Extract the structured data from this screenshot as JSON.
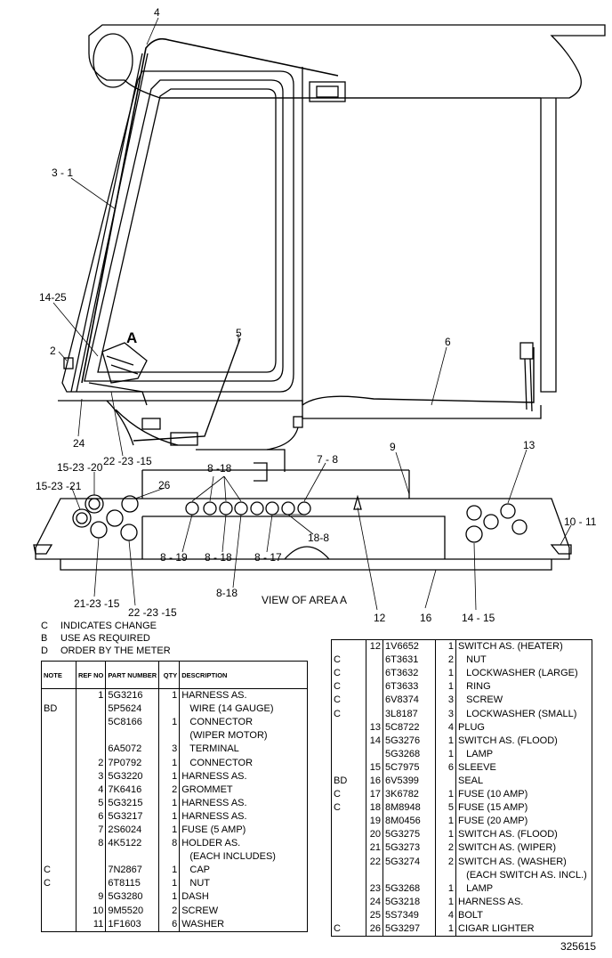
{
  "callouts": {
    "c4": "4",
    "c3_1": "3 - 1",
    "c14_25": "14-25",
    "cA": "A",
    "c2": "2",
    "c5": "5",
    "c6": "6",
    "c24": "24",
    "c22_23_15_top": "22 -23 -15",
    "c15_23_20": "15-23 -20",
    "c15_23_21": "15-23 -21",
    "c26": "26",
    "c8_18_top": "8 -18",
    "c7_8": "7 - 8",
    "c9": "9",
    "c13": "13",
    "c10_11": "10 - 11",
    "c8_19": "8 - 19",
    "c8_18_mid": "8 - 18",
    "c8_17": "8 - 17",
    "c18_8": "18-8",
    "c8_18_low": "8-18",
    "c21_23_15": "21-23 -15",
    "c22_23_15_bottom": "22 -23 -15",
    "c12": "12",
    "c16": "16",
    "c14_15": "14 - 15",
    "view_label": "VIEW OF AREA A"
  },
  "notes": [
    {
      "key": "C",
      "text": "INDICATES CHANGE"
    },
    {
      "key": "B",
      "text": "USE AS REQUIRED"
    },
    {
      "key": "D",
      "text": "ORDER BY THE METER"
    }
  ],
  "table_headers": {
    "note": "NOTE",
    "ref": "REF NO",
    "part": "PART NUMBER",
    "qty": "QTY",
    "desc": "DESCRIPTION"
  },
  "left_rows": [
    {
      "note": "",
      "ref": "1",
      "part": "5G3216",
      "qty": "1",
      "desc": "HARNESS AS."
    },
    {
      "note": "BD",
      "ref": "",
      "part": "5P5624",
      "qty": "",
      "desc": "   WIRE (14 GAUGE)"
    },
    {
      "note": "",
      "ref": "",
      "part": "5C8166",
      "qty": "1",
      "desc": "   CONNECTOR"
    },
    {
      "note": "",
      "ref": "",
      "part": "",
      "qty": "",
      "desc": "   (WIPER MOTOR)"
    },
    {
      "note": "",
      "ref": "",
      "part": "6A5072",
      "qty": "3",
      "desc": "   TERMINAL"
    },
    {
      "note": "",
      "ref": "2",
      "part": "7P0792",
      "qty": "1",
      "desc": "   CONNECTOR"
    },
    {
      "note": "",
      "ref": "3",
      "part": "5G3220",
      "qty": "1",
      "desc": "HARNESS AS."
    },
    {
      "note": "",
      "ref": "4",
      "part": "7K6416",
      "qty": "2",
      "desc": "GROMMET"
    },
    {
      "note": "",
      "ref": "5",
      "part": "5G3215",
      "qty": "1",
      "desc": "HARNESS AS."
    },
    {
      "note": "",
      "ref": "6",
      "part": "5G3217",
      "qty": "1",
      "desc": "HARNESS AS."
    },
    {
      "note": "",
      "ref": "7",
      "part": "2S6024",
      "qty": "1",
      "desc": "FUSE (5 AMP)"
    },
    {
      "note": "",
      "ref": "8",
      "part": "4K5122",
      "qty": "8",
      "desc": "HOLDER AS."
    },
    {
      "note": "",
      "ref": "",
      "part": "",
      "qty": "",
      "desc": "   (EACH INCLUDES)"
    },
    {
      "note": "C",
      "ref": "",
      "part": "7N2867",
      "qty": "1",
      "desc": "   CAP"
    },
    {
      "note": "C",
      "ref": "",
      "part": "6T8115",
      "qty": "1",
      "desc": "   NUT"
    },
    {
      "note": "",
      "ref": "9",
      "part": "5G3280",
      "qty": "1",
      "desc": "DASH"
    },
    {
      "note": "",
      "ref": "10",
      "part": "9M5520",
      "qty": "2",
      "desc": "SCREW"
    },
    {
      "note": "",
      "ref": "11",
      "part": "1F1603",
      "qty": "6",
      "desc": "WASHER"
    }
  ],
  "right_rows": [
    {
      "note": "",
      "ref": "12",
      "part": "1V6652",
      "qty": "1",
      "desc": "SWITCH AS. (HEATER)"
    },
    {
      "note": "C",
      "ref": "",
      "part": "6T3631",
      "qty": "2",
      "desc": "   NUT"
    },
    {
      "note": "C",
      "ref": "",
      "part": "6T3632",
      "qty": "1",
      "desc": "   LOCKWASHER (LARGE)"
    },
    {
      "note": "C",
      "ref": "",
      "part": "6T3633",
      "qty": "1",
      "desc": "   RING"
    },
    {
      "note": "C",
      "ref": "",
      "part": "6V8374",
      "qty": "3",
      "desc": "   SCREW"
    },
    {
      "note": "C",
      "ref": "",
      "part": "3L8187",
      "qty": "3",
      "desc": "   LOCKWASHER (SMALL)"
    },
    {
      "note": "",
      "ref": "13",
      "part": "5C8722",
      "qty": "4",
      "desc": "PLUG"
    },
    {
      "note": "",
      "ref": "14",
      "part": "5G3276",
      "qty": "1",
      "desc": "SWITCH AS. (FLOOD)"
    },
    {
      "note": "",
      "ref": "",
      "part": "5G3268",
      "qty": "1",
      "desc": "   LAMP"
    },
    {
      "note": "",
      "ref": "15",
      "part": "5C7975",
      "qty": "6",
      "desc": "SLEEVE"
    },
    {
      "note": "BD",
      "ref": "16",
      "part": "6V5399",
      "qty": "",
      "desc": "SEAL"
    },
    {
      "note": "C",
      "ref": "17",
      "part": "3K6782",
      "qty": "1",
      "desc": "FUSE (10 AMP)"
    },
    {
      "note": "C",
      "ref": "18",
      "part": "8M8948",
      "qty": "5",
      "desc": "FUSE (15 AMP)"
    },
    {
      "note": "",
      "ref": "19",
      "part": "8M0456",
      "qty": "1",
      "desc": "FUSE (20 AMP)"
    },
    {
      "note": "",
      "ref": "20",
      "part": "5G3275",
      "qty": "1",
      "desc": "SWITCH AS. (FLOOD)"
    },
    {
      "note": "",
      "ref": "21",
      "part": "5G3273",
      "qty": "2",
      "desc": "SWITCH AS. (WIPER)"
    },
    {
      "note": "",
      "ref": "22",
      "part": "5G3274",
      "qty": "2",
      "desc": "SWITCH AS. (WASHER)"
    },
    {
      "note": "",
      "ref": "",
      "part": "",
      "qty": "",
      "desc": "   (EACH SWITCH AS. INCL.)"
    },
    {
      "note": "",
      "ref": "23",
      "part": "5G3268",
      "qty": "1",
      "desc": "   LAMP"
    },
    {
      "note": "",
      "ref": "24",
      "part": "5G3218",
      "qty": "1",
      "desc": "HARNESS AS."
    },
    {
      "note": "",
      "ref": "25",
      "part": "5S7349",
      "qty": "4",
      "desc": "BOLT"
    },
    {
      "note": "C",
      "ref": "26",
      "part": "5G3297",
      "qty": "1",
      "desc": "CIGAR LIGHTER"
    }
  ],
  "footer_number": "325615"
}
